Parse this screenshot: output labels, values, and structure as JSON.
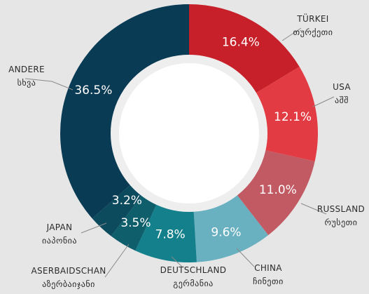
{
  "chart_data": {
    "type": "pie",
    "title": "",
    "hole": "donut",
    "unit": "%",
    "series": [
      {
        "name": "TÜRKEI",
        "name_ka": "თურქეთი",
        "value": 16.4,
        "label": "16.4%",
        "color": "#c8202a"
      },
      {
        "name": "USA",
        "name_ka": "აშშ",
        "value": 12.1,
        "label": "12.1%",
        "color": "#e23b43"
      },
      {
        "name": "RUSSLAND",
        "name_ka": "რუსეთი",
        "value": 11.0,
        "label": "11.0%",
        "color": "#c25a64"
      },
      {
        "name": "CHINA",
        "name_ka": "ჩინეთი",
        "value": 9.6,
        "label": "9.6%",
        "color": "#69b0c0"
      },
      {
        "name": "DEUTSCHLAND",
        "name_ka": "გერმანია",
        "value": 7.8,
        "label": "7.8%",
        "color": "#13808c"
      },
      {
        "name": "ASERBAIDSCHAN",
        "name_ka": "აზერბაიჯანი",
        "value": 3.5,
        "label": "3.5%",
        "color": "#0e5e6c"
      },
      {
        "name": "JAPAN",
        "name_ka": "იაპონია",
        "value": 3.2,
        "label": "3.2%",
        "color": "#0c4a5e"
      },
      {
        "name": "ANDERE",
        "name_ka": "სხვა",
        "value": 36.5,
        "label": "36.5%",
        "color": "#0a3b55"
      }
    ]
  }
}
